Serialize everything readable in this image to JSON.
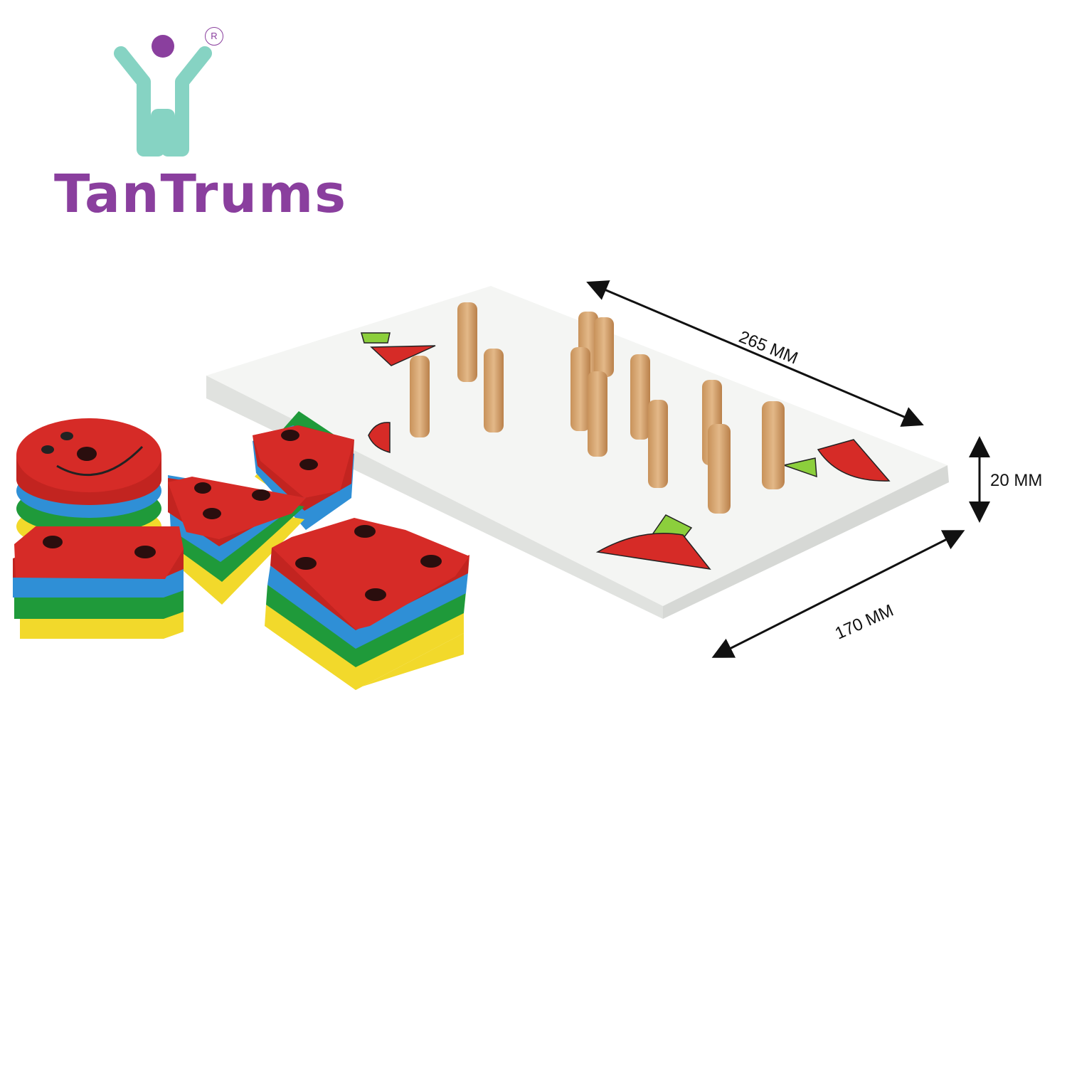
{
  "brand": {
    "name": "TanTrums",
    "registered_mark": "R",
    "colors": {
      "purple": "#8a3f9e",
      "teal": "#86d3c3"
    }
  },
  "dimensions": {
    "length": "265 MM",
    "width": "170 MM",
    "height": "20 MM"
  },
  "product": {
    "board_color": "#f2f3f1",
    "piece_colors": [
      "#d62b27",
      "#2f8fd6",
      "#1f9a3a",
      "#f2d92b"
    ],
    "peg_color": "#d6a873"
  }
}
